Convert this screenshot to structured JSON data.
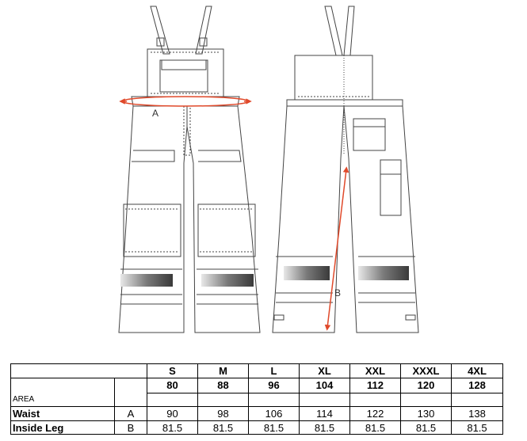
{
  "drawing": {
    "labels": {
      "a": "A",
      "b": "B"
    },
    "colors": {
      "line": "#444444",
      "measure": "#e0492a",
      "reflective": "#6f6f6f"
    }
  },
  "table": {
    "sizes": [
      "S",
      "M",
      "L",
      "XL",
      "XXL",
      "XXXL",
      "4XL"
    ],
    "size_numbers": [
      "80",
      "88",
      "96",
      "104",
      "112",
      "120",
      "128"
    ],
    "area_label": "AREA",
    "rows": [
      {
        "label": "Waist",
        "code": "A",
        "values": [
          "90",
          "98",
          "106",
          "114",
          "122",
          "130",
          "138"
        ]
      },
      {
        "label": "Inside Leg",
        "code": "B",
        "values": [
          "81.5",
          "81.5",
          "81.5",
          "81.5",
          "81.5",
          "81.5",
          "81.5"
        ]
      }
    ]
  }
}
